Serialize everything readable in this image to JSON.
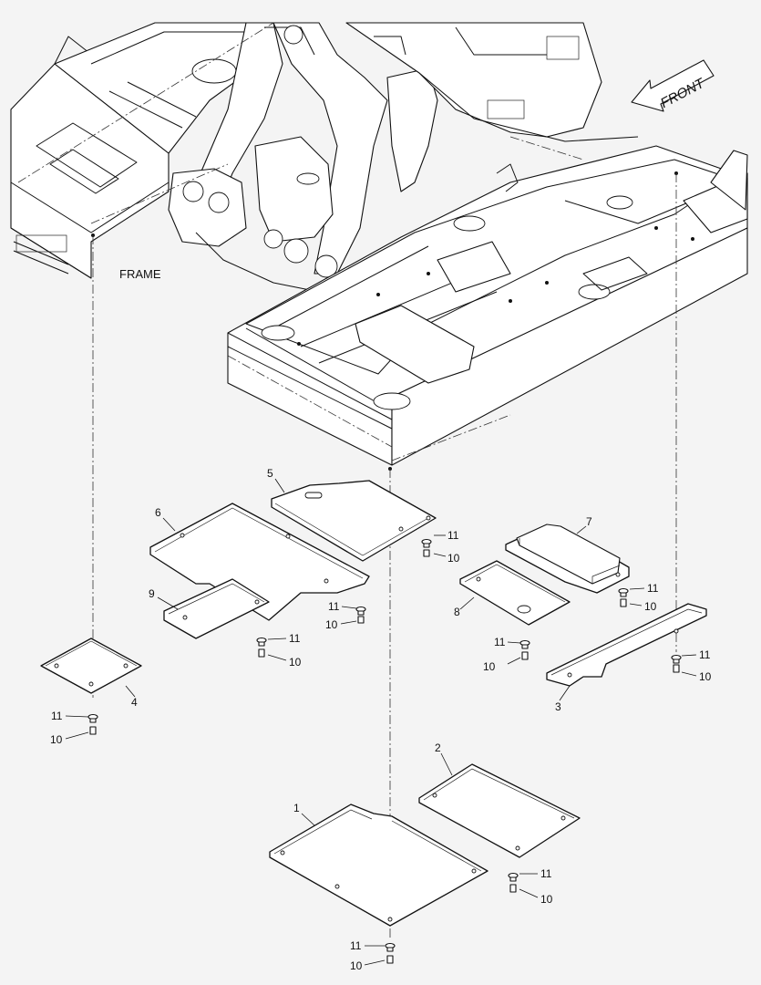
{
  "labels": {
    "frame": "FRAME",
    "front": "FRONT"
  },
  "callouts": {
    "p1": "1",
    "p2": "2",
    "p3": "3",
    "p4": "4",
    "p5": "5",
    "p6": "6",
    "p7": "7",
    "p8": "8",
    "p9": "9",
    "b10": "10",
    "w11": "11"
  },
  "colors": {
    "line": "#111111",
    "background": "#f4f4f4"
  }
}
